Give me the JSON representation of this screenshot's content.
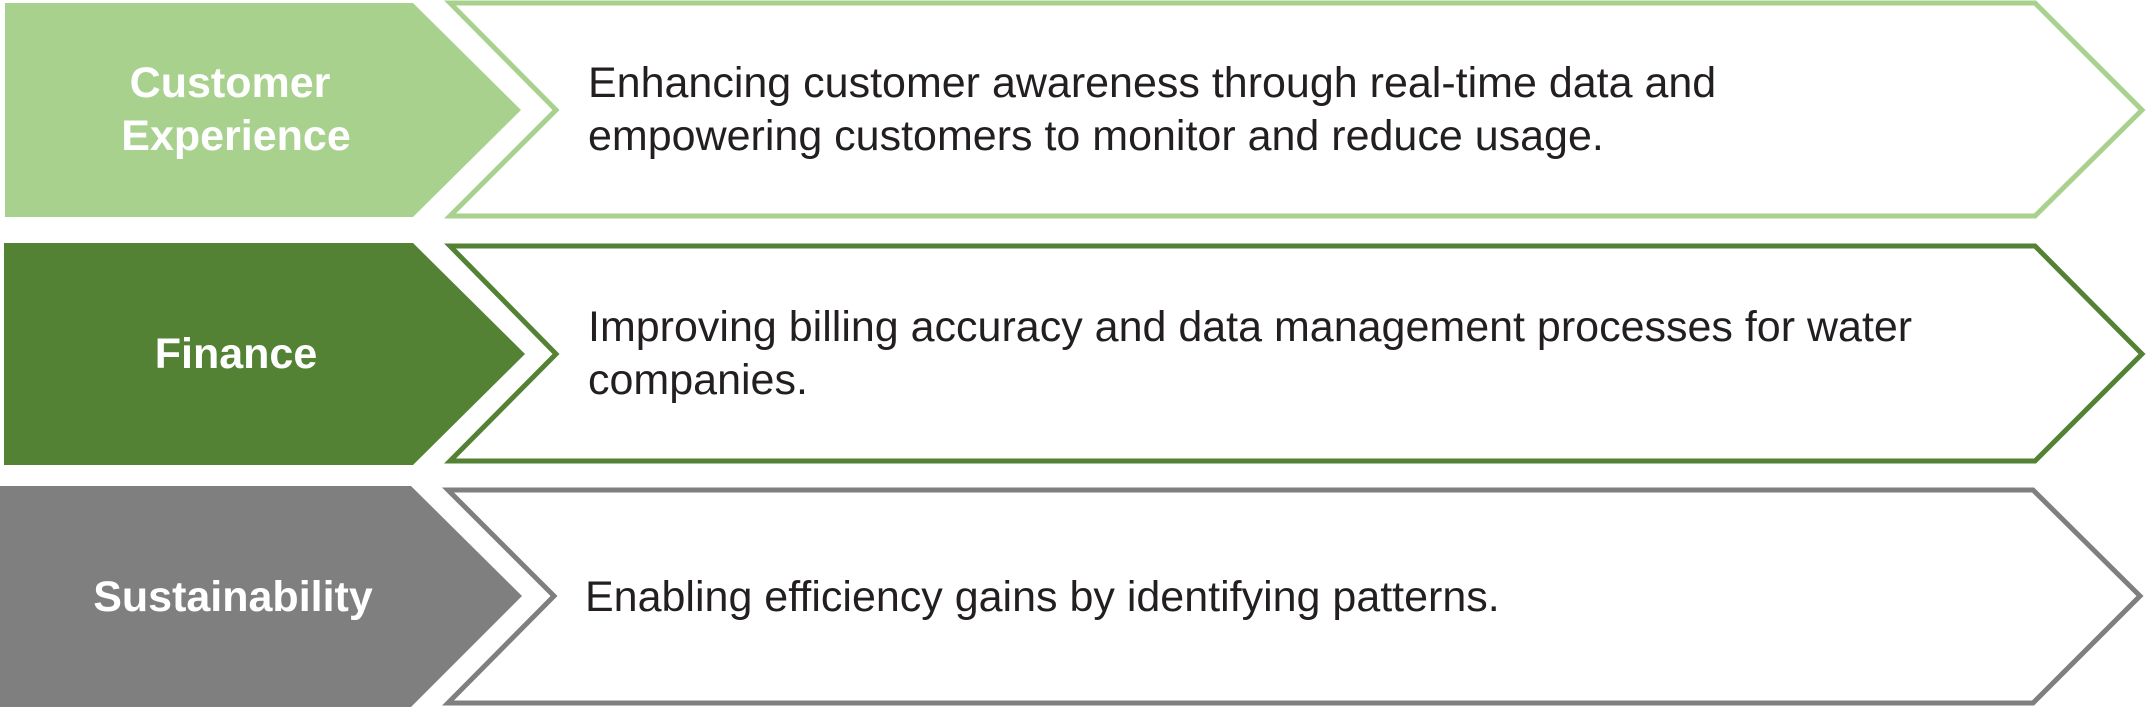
{
  "rows": [
    {
      "label_lines": [
        "Customer",
        "Experience"
      ],
      "description_lines": [
        "Enhancing customer awareness through real-time data and",
        "empowering customers to monitor and reduce usage."
      ],
      "color": "#a9d18e"
    },
    {
      "label_lines": [
        "Finance"
      ],
      "description_lines": [
        "Improving billing accuracy and data management processes for water",
        "companies."
      ],
      "color": "#548235"
    },
    {
      "label_lines": [
        "Sustainability"
      ],
      "description_lines": [
        "Enabling efficiency gains by identifying patterns."
      ],
      "color": "#7f7f7f"
    }
  ]
}
